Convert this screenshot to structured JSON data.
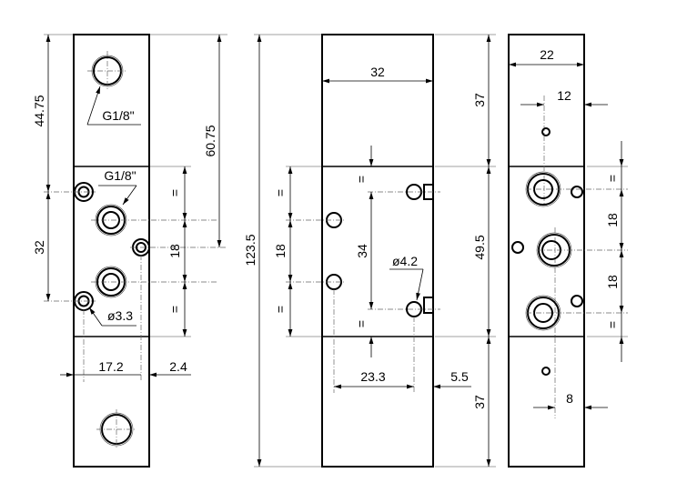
{
  "view_left": {
    "port_top": "G1/8\"",
    "port_mid": "G1/8\"",
    "hole_dia": "ø3.3",
    "dim_44_75": "44.75",
    "dim_32": "32",
    "dim_60_75": "60.75",
    "dim_18": "18",
    "dim_eq": "=",
    "dim_17_2": "17.2",
    "dim_2_4": "2.4"
  },
  "view_middle": {
    "dim_123_5": "123.5",
    "dim_32": "32",
    "dim_18": "18",
    "dim_eq": "=",
    "dim_34": "34",
    "hole_dia": "ø4.2",
    "dim_23_3": "23.3",
    "dim_5_5": "5.5",
    "dim_37_top": "37",
    "dim_49_5": "49.5",
    "dim_37_bottom": "37"
  },
  "view_right": {
    "dim_22": "22",
    "dim_12": "12",
    "dim_18_a": "18",
    "dim_18_b": "18",
    "dim_eq": "=",
    "dim_8": "8"
  }
}
